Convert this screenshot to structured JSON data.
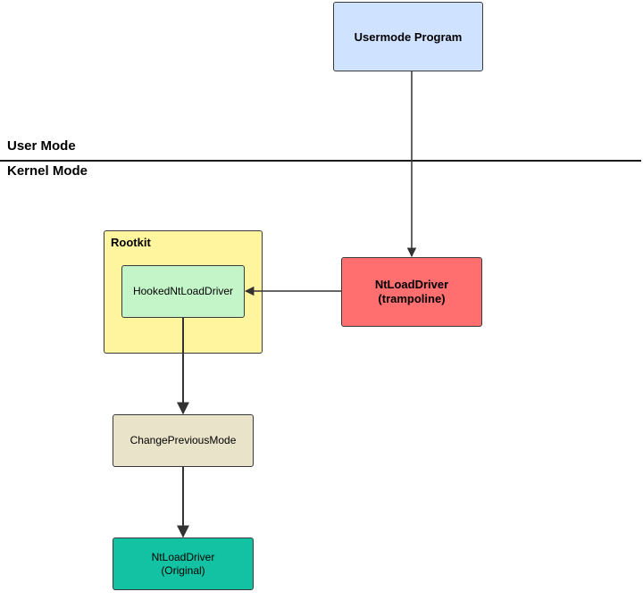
{
  "modes": {
    "user": "User Mode",
    "kernel": "Kernel Mode"
  },
  "nodes": {
    "usermode_program": "Usermode Program",
    "trampoline": [
      "NtLoadDriver",
      "(trampoline)"
    ],
    "rootkit": "Rootkit",
    "hooked": "HookedNtLoadDriver",
    "change_previous_mode": "ChangePreviousMode",
    "original": [
      "NtLoadDriver",
      "(Original)"
    ]
  },
  "colors": {
    "usermode_program": "#cfe2ff",
    "trampoline": "#ff6f6f",
    "rootkit": "#fff59e",
    "hooked": "#c4f5c8",
    "change_previous_mode": "#e8e3c9",
    "original": "#13c2a2",
    "lines": "#333333"
  },
  "edges": [
    {
      "from": "Usermode Program",
      "to": "NtLoadDriver (trampoline)"
    },
    {
      "from": "NtLoadDriver (trampoline)",
      "to": "HookedNtLoadDriver"
    },
    {
      "from": "HookedNtLoadDriver",
      "to": "ChangePreviousMode"
    },
    {
      "from": "ChangePreviousMode",
      "to": "NtLoadDriver (Original)"
    }
  ]
}
